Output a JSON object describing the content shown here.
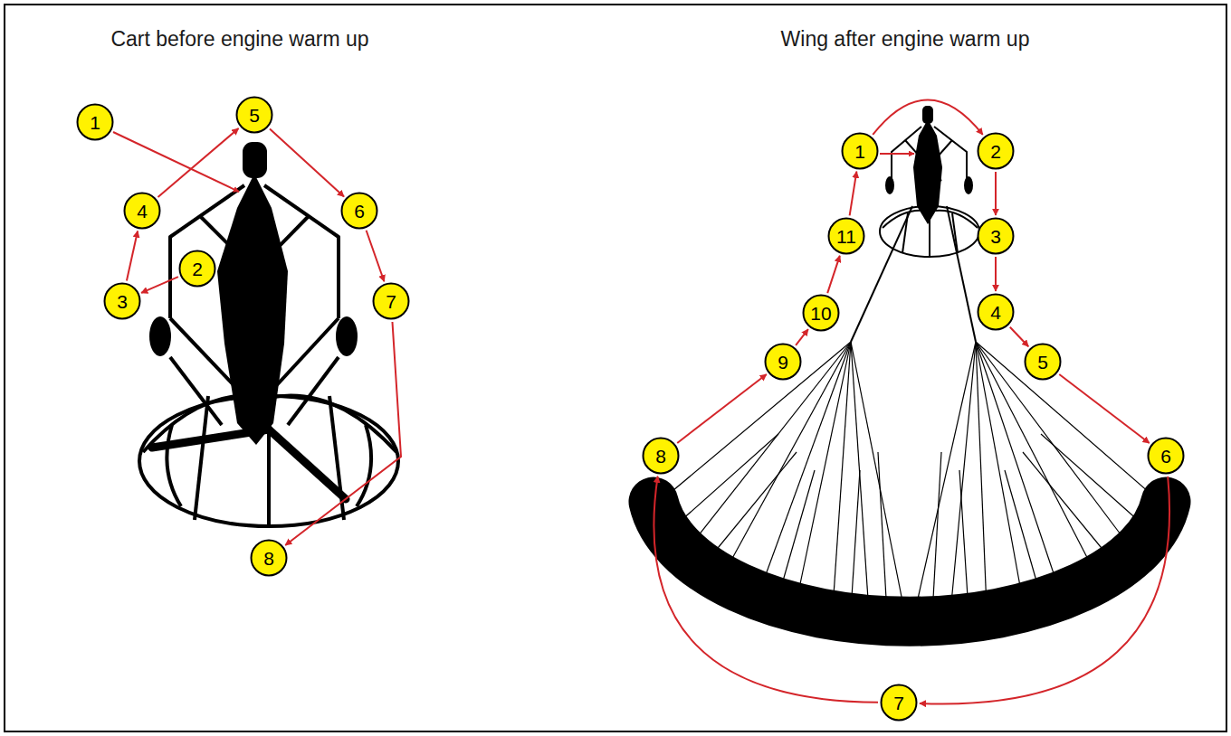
{
  "diagram": {
    "nodes": [
      {
        "text": [
          "1"
        ]
      },
      {
        "text": [
          "2"
        ]
      },
      {
        "text": [
          "3"
        ]
      },
      {
        "text": [
          "4"
        ]
      },
      {
        "text": [
          "5"
        ]
      },
      {
        "text": [
          "6"
        ]
      },
      {
        "text": [
          "7"
        ]
      },
      {
        "text": [
          "8"
        ]
      },
      {
        "text": [
          "1"
        ]
      },
      {
        "text": [
          "2"
        ]
      },
      {
        "text": [
          "3"
        ]
      },
      {
        "text": [
          "4"
        ]
      },
      {
        "text": [
          "5"
        ]
      },
      {
        "text": [
          "6"
        ]
      },
      {
        "text": [
          "7"
        ]
      },
      {
        "text": [
          "8"
        ]
      },
      {
        "text": [
          "9"
        ]
      },
      {
        "text": [
          "10"
        ]
      },
      {
        "text": [
          "11"
        ]
      }
    ],
    "edges": [
      {
        "from": 1,
        "to": 2,
        "arrow": "to"
      },
      {
        "from": 2,
        "to": 3,
        "arrow": "to"
      },
      {
        "from": 3,
        "to": 4,
        "arrow": "to"
      },
      {
        "from": 4,
        "to": 5,
        "arrow": "to"
      },
      {
        "from": 5,
        "to": 6,
        "arrow": "to"
      },
      {
        "from": 6,
        "to": 7,
        "arrow": "to"
      },
      {
        "from": 8,
        "to": 9,
        "arrow": "to"
      },
      {
        "from": 9,
        "to": 10,
        "arrow": "to"
      },
      {
        "from": 10,
        "to": 11,
        "arrow": "to"
      },
      {
        "from": 11,
        "to": 12,
        "arrow": "to"
      },
      {
        "from": 12,
        "to": 13,
        "arrow": "to"
      },
      {
        "from": 13,
        "to": 14,
        "arrow": "to"
      },
      {
        "from": 14,
        "to": 15,
        "arrow": "to"
      },
      {
        "from": 15,
        "to": 16,
        "arrow": "to"
      },
      {
        "from": 16,
        "to": 17,
        "arrow": "to"
      },
      {
        "from": 17,
        "to": 18,
        "arrow": "to"
      },
      {
        "from": 18,
        "to": 8,
        "arrow": "to"
      }
    ],
    "labels": [
      "Cart before engine warm up",
      "Wing after engine warm up"
    ]
  }
}
